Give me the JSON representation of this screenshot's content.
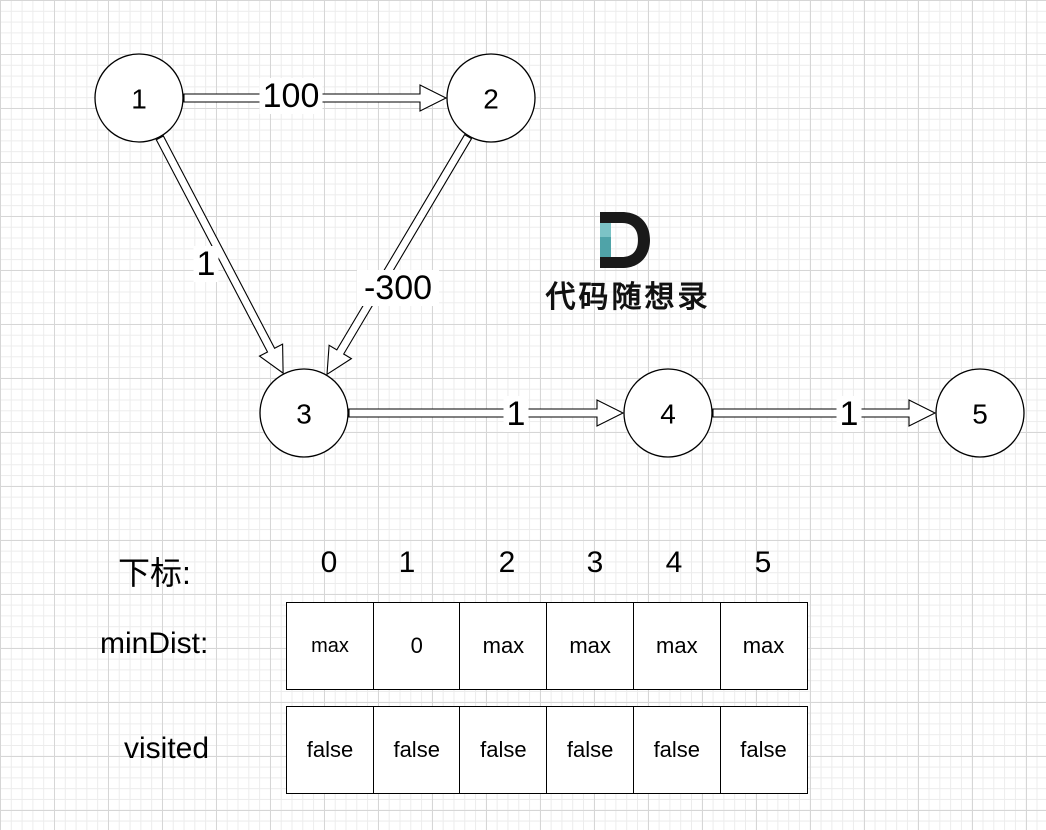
{
  "graph": {
    "nodes": [
      {
        "id": "1",
        "label": "1"
      },
      {
        "id": "2",
        "label": "2"
      },
      {
        "id": "3",
        "label": "3"
      },
      {
        "id": "4",
        "label": "4"
      },
      {
        "id": "5",
        "label": "5"
      }
    ],
    "edges": [
      {
        "from": "1",
        "to": "2",
        "weight": "100"
      },
      {
        "from": "1",
        "to": "3",
        "weight": "1"
      },
      {
        "from": "2",
        "to": "3",
        "weight": "-300"
      },
      {
        "from": "3",
        "to": "4",
        "weight": "1"
      },
      {
        "from": "4",
        "to": "5",
        "weight": "1"
      }
    ]
  },
  "logo": {
    "letter": "D",
    "text": "代码随想录",
    "colors": {
      "dark": "#1a1a1a",
      "teal": "#4fa3a8"
    }
  },
  "index_label": "下标:",
  "indices": [
    "0",
    "1",
    "2",
    "3",
    "4",
    "5"
  ],
  "min_dist": {
    "label": "minDist:",
    "values": [
      "max",
      "0",
      "max",
      "max",
      "max",
      "max"
    ]
  },
  "visited": {
    "label": "visited",
    "values": [
      "false",
      "false",
      "false",
      "false",
      "false",
      "false"
    ]
  }
}
